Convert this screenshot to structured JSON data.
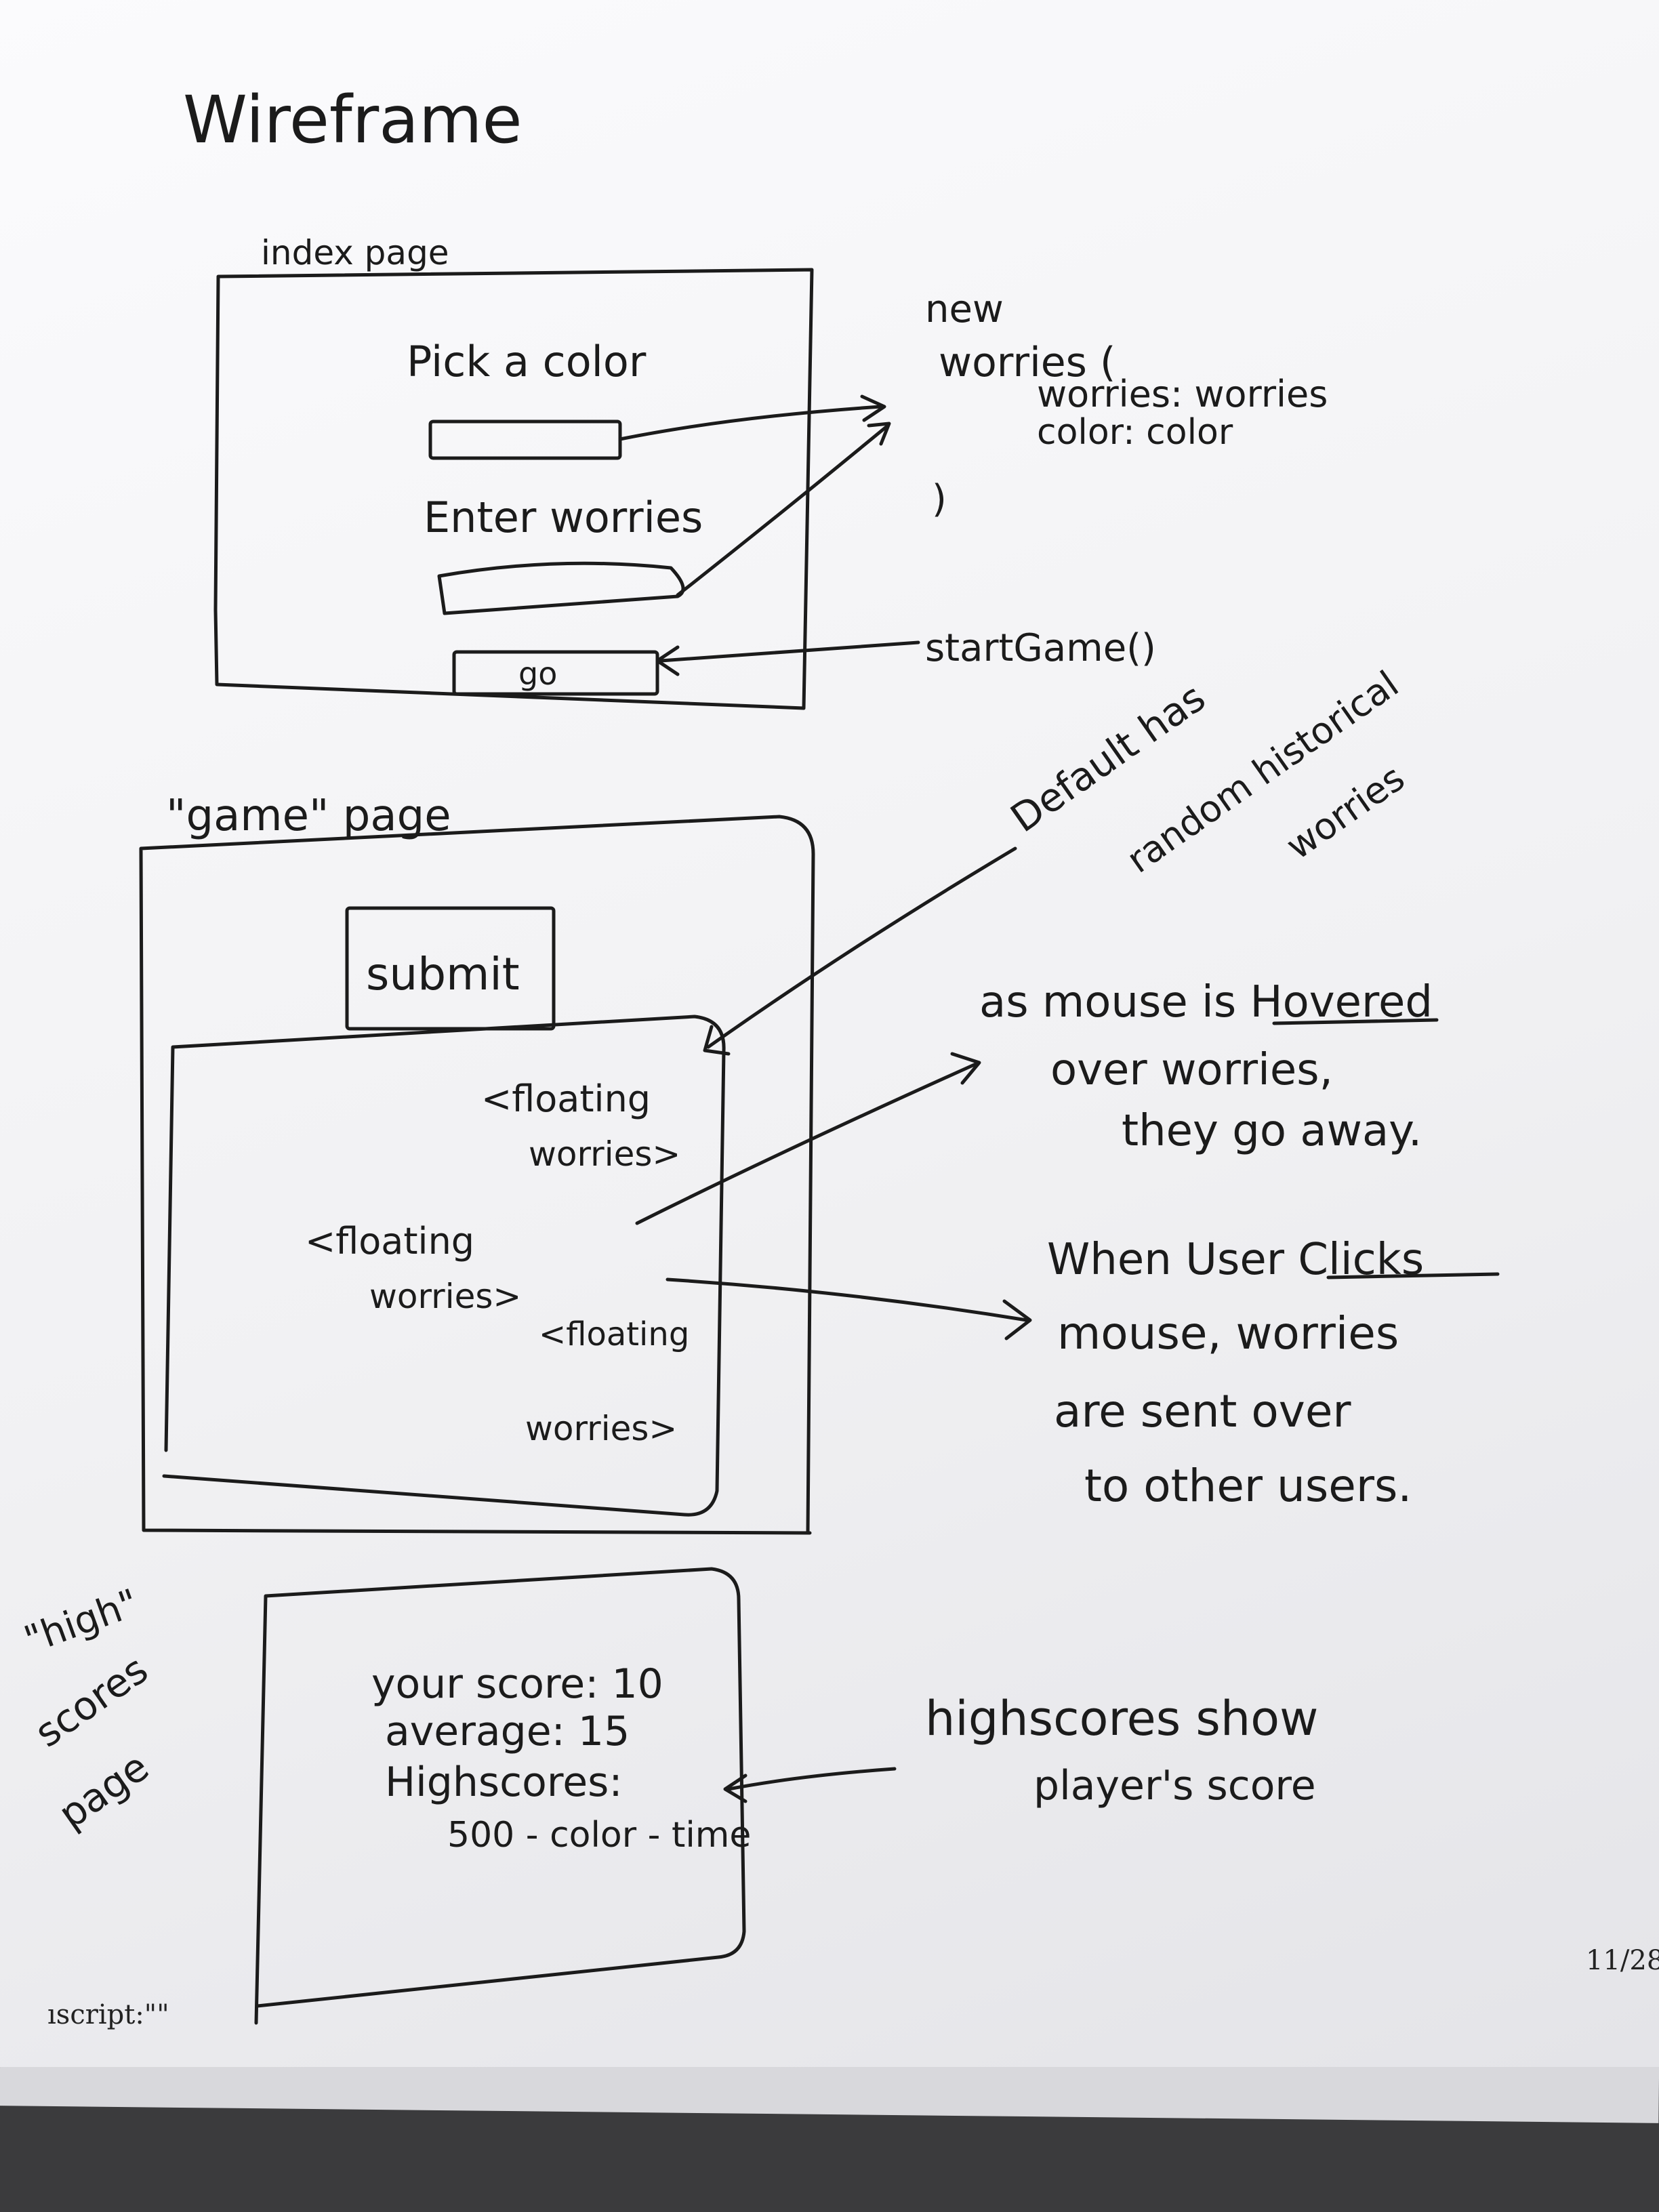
{
  "title": "Wireframe",
  "index_section": {
    "label": "index page",
    "pick_color_label": "Pick a color",
    "enter_worries_label": "Enter worries",
    "go_button": "go",
    "note_start_game": "startGame()",
    "object_note": [
      "new",
      "worries (",
      "worries: worries",
      "color:   color",
      ")"
    ]
  },
  "game_section": {
    "label": "\"game\" page",
    "submit_button": "submit",
    "floating_items": [
      [
        "<floating",
        "worries>"
      ],
      [
        "<floating",
        "worries>"
      ],
      [
        "<floating",
        "worries>"
      ]
    ],
    "note_default": [
      "Default has",
      "random historical",
      "worries"
    ],
    "note_hover": [
      "as mouse is Hovered",
      "over worries,",
      "they go away."
    ],
    "note_click": [
      "When User Clicks",
      "mouse, worries",
      "are sent over",
      "to other users."
    ]
  },
  "scores_section": {
    "label": [
      "\"high\"",
      "scores",
      "page"
    ],
    "your_score": "your score: 10",
    "average": "average: 15",
    "highscores_label": "Highscores:",
    "highscore_entry": "500 - color - time",
    "note_highscores": [
      "highscores show",
      "player's score"
    ]
  },
  "printed_text": {
    "footer_left": "ıscript:\"\"",
    "footer_right": "11/28"
  }
}
